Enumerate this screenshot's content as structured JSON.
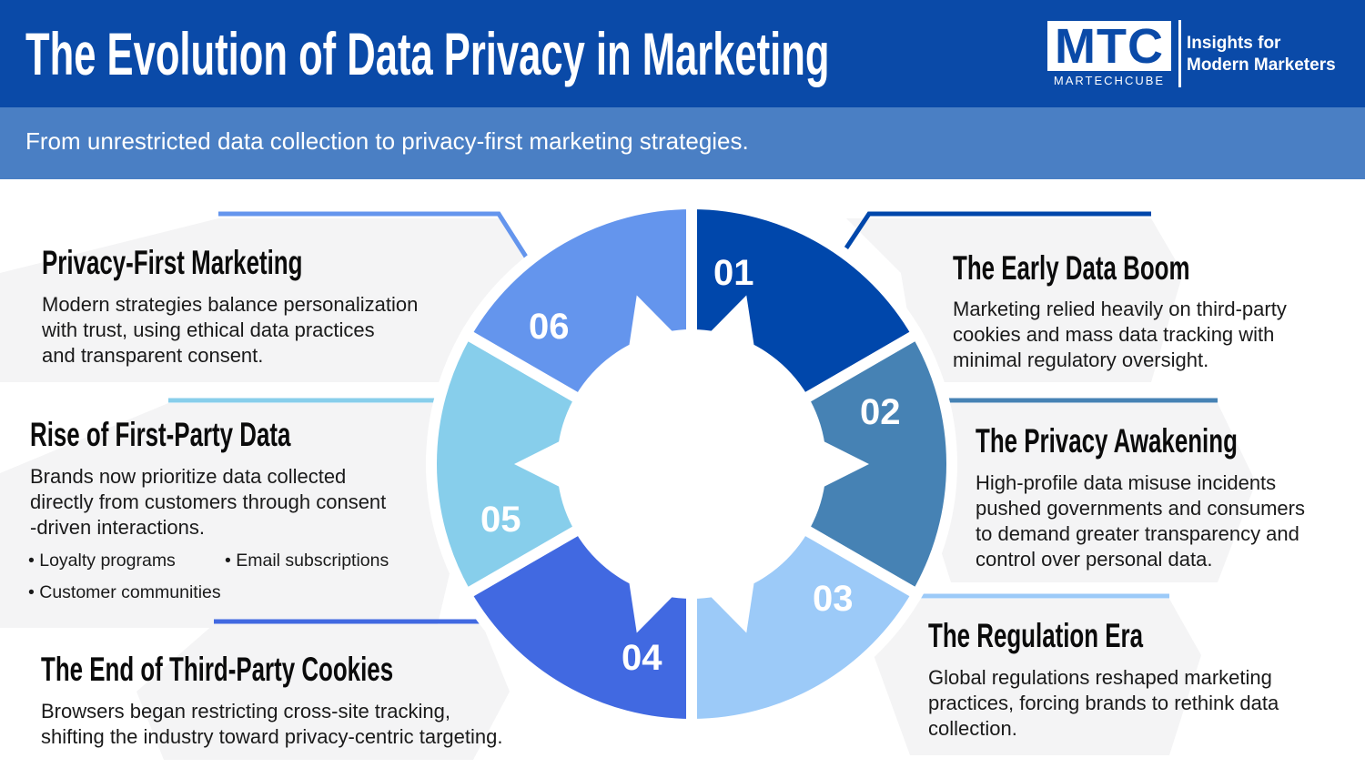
{
  "header": {
    "title": "The Evolution of Data Privacy in Marketing",
    "logo": {
      "mark": "MTC",
      "name": "MARTECHCUBE",
      "tagline_line1": "Insights for",
      "tagline_line2": "Modern Marketers"
    },
    "subtitle": "From unrestricted data collection to privacy-first marketing strategies."
  },
  "colors": {
    "header": "#0a4aa8",
    "band": "#4a7fc4",
    "panel": "#f4f4f5"
  },
  "stages": [
    {
      "number": "01",
      "color": "#0047ab",
      "title": "The Early Data Boom",
      "lines": [
        "Marketing relied heavily on third-party",
        "cookies and mass data tracking with",
        "minimal regulatory oversight."
      ]
    },
    {
      "number": "02",
      "color": "#4682b4",
      "title": "The Privacy Awakening",
      "lines": [
        "High-profile data misuse incidents",
        "pushed governments and consumers",
        "to demand greater transparency and",
        "control over personal data."
      ]
    },
    {
      "number": "03",
      "color": "#9ccaf8",
      "title": "The Regulation Era",
      "lines": [
        "Global regulations reshaped marketing",
        "practices, forcing brands to rethink data",
        "collection."
      ]
    },
    {
      "number": "04",
      "color": "#4169e1",
      "title": "The End of Third-Party Cookies",
      "lines": [
        "Browsers began restricting cross-site tracking,",
        "shifting the industry toward privacy-centric targeting."
      ]
    },
    {
      "number": "05",
      "color": "#87ceeb",
      "title": "Rise of First-Party Data",
      "lines": [
        "Brands now prioritize data collected",
        "directly from customers through consent",
        "-driven interactions."
      ],
      "bullets": [
        "• Loyalty programs",
        "• Email subscriptions",
        "• Customer communities"
      ]
    },
    {
      "number": "06",
      "color": "#6495ed",
      "title": "Privacy-First Marketing",
      "lines": [
        "Modern strategies balance personalization",
        "with trust, using ethical data practices",
        "and transparent consent."
      ]
    }
  ]
}
